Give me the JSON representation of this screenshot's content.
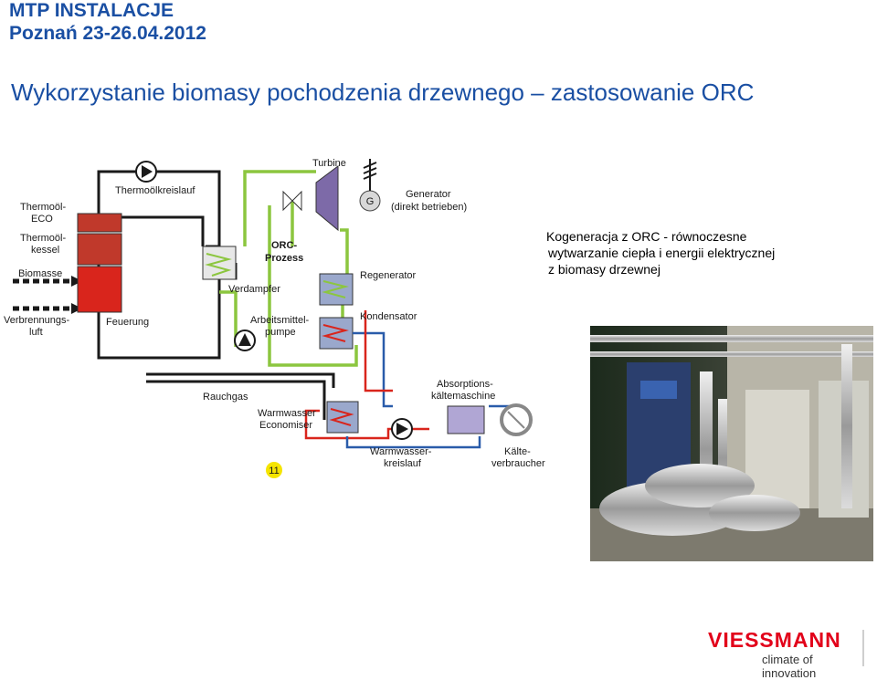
{
  "header": {
    "event_name": "MTP INSTALACJE",
    "event_place_date": "Poznań 23-26.04.2012",
    "slide_title": "Wykorzystanie biomasy  pochodzenia  drzewnego  –  zastosowanie ORC"
  },
  "description": {
    "line1": "Kogeneracja  z  ORC  -  równoczesne",
    "line2": "wytwarzanie ciepła i energii elektrycznej",
    "line3": "z biomasy drzewnej"
  },
  "diagram": {
    "labels": {
      "turbine": "Turbine",
      "generator": "Generator",
      "generator_sub": "(direkt betrieben)",
      "generator_symbol": "G",
      "thermooil_circuit": "Thermoölkreislauf",
      "thermooil_eco_1": "Thermoöl-",
      "thermooil_eco_2": "ECO",
      "thermooil_boiler_1": "Thermoöl-",
      "thermooil_boiler_2": "kessel",
      "biomass": "Biomasse",
      "combustion_air_1": "Verbrennungs-",
      "combustion_air_2": "luft",
      "firing": "Feuerung",
      "orc_1": "ORC-",
      "orc_2": "Prozess",
      "evaporator": "Verdampfer",
      "regenerator": "Regenerator",
      "working_pump_1": "Arbeitsmittel-",
      "working_pump_2": "pumpe",
      "condenser": "Kondensator",
      "flue_gas": "Rauchgas",
      "economiser_1": "Warmwasser",
      "economiser_2": "Economiser",
      "absorption_1": "Absorptions-",
      "absorption_2": "kältemaschine",
      "hot_water_1": "Warmwasser-",
      "hot_water_2": "kreislauf",
      "cold_consumer_1": "Kälte-",
      "cold_consumer_2": "verbraucher",
      "page_number": "11"
    }
  },
  "logo": {
    "brand": "VIESSMANN",
    "tagline": "climate of innovation"
  },
  "colors": {
    "title_blue": "#1a4fa3",
    "orc_green": "#8cc63f",
    "hot_red": "#d9251c",
    "cold_blue": "#2a5caa",
    "brand_red": "#e2001a",
    "badge_yellow": "#f5e400"
  }
}
